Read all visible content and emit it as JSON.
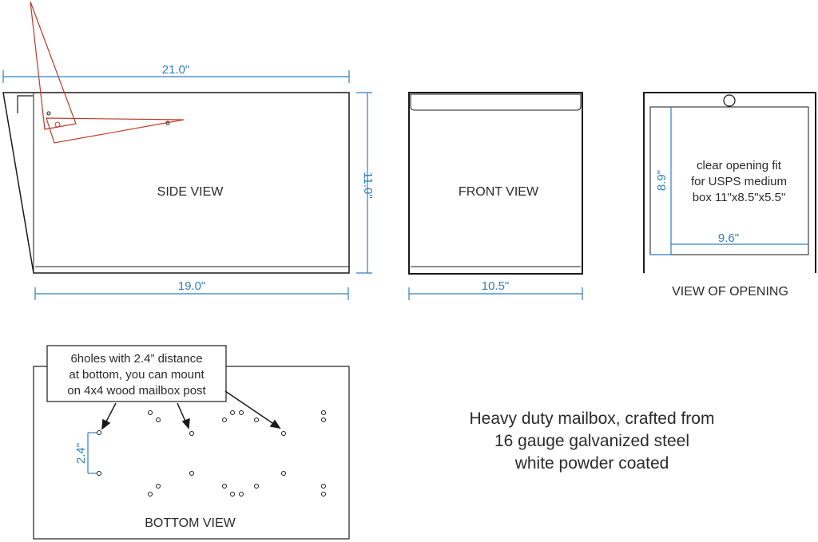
{
  "views": {
    "side": {
      "label": "SIDE VIEW",
      "length_top": "21.0\"",
      "length_bottom": "19.0\"",
      "height": "11.0\""
    },
    "front": {
      "label": "FRONT VIEW",
      "width": "10.5\""
    },
    "opening": {
      "label": "VIEW OF OPENING",
      "height": "8.9\"",
      "width": "9.6\"",
      "note": [
        "clear opening fit",
        "for USPS medium",
        "box 11\"x8.5\"x5.5\""
      ]
    },
    "bottom": {
      "label": "BOTTOM VIEW",
      "hole_spacing": "2.4\"",
      "callout": [
        "6holes with 2.4” distance",
        "at bottom, you can mount",
        "on 4x4 wood mailbox post"
      ]
    }
  },
  "description": [
    "Heavy duty mailbox, crafted from",
    "16 gauge galvanized steel",
    "white powder coated"
  ],
  "colors": {
    "outline": "#1a1a1a",
    "dimension": "#2f7fc1",
    "flag": "#c0392b"
  }
}
